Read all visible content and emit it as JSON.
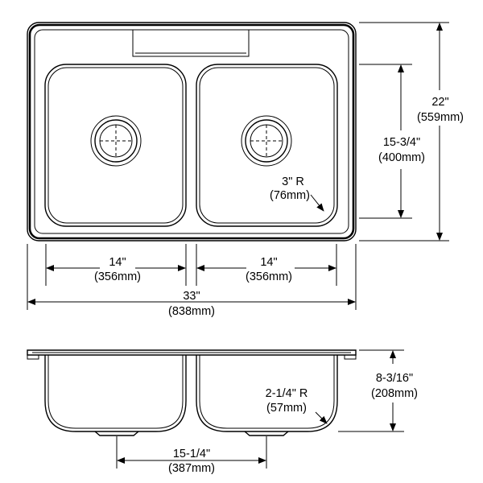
{
  "top_view": {
    "overall_width": {
      "inches": "33\"",
      "mm": "(838mm)"
    },
    "bowl_left_width": {
      "inches": "14\"",
      "mm": "(356mm)"
    },
    "bowl_right_width": {
      "inches": "14\"",
      "mm": "(356mm)"
    },
    "overall_depth": {
      "inches": "22\"",
      "mm": "(559mm)"
    },
    "bowl_depth": {
      "inches": "15-3/4\"",
      "mm": "(400mm)"
    },
    "corner_radius": {
      "inches": "3\" R",
      "mm": "(76mm)"
    }
  },
  "side_view": {
    "bowl_height": {
      "inches": "8-3/16\"",
      "mm": "(208mm)"
    },
    "bottom_radius": {
      "inches": "2-1/4\" R",
      "mm": "(57mm)"
    },
    "drain_spacing": {
      "inches": "15-1/4\"",
      "mm": "(387mm)"
    }
  }
}
